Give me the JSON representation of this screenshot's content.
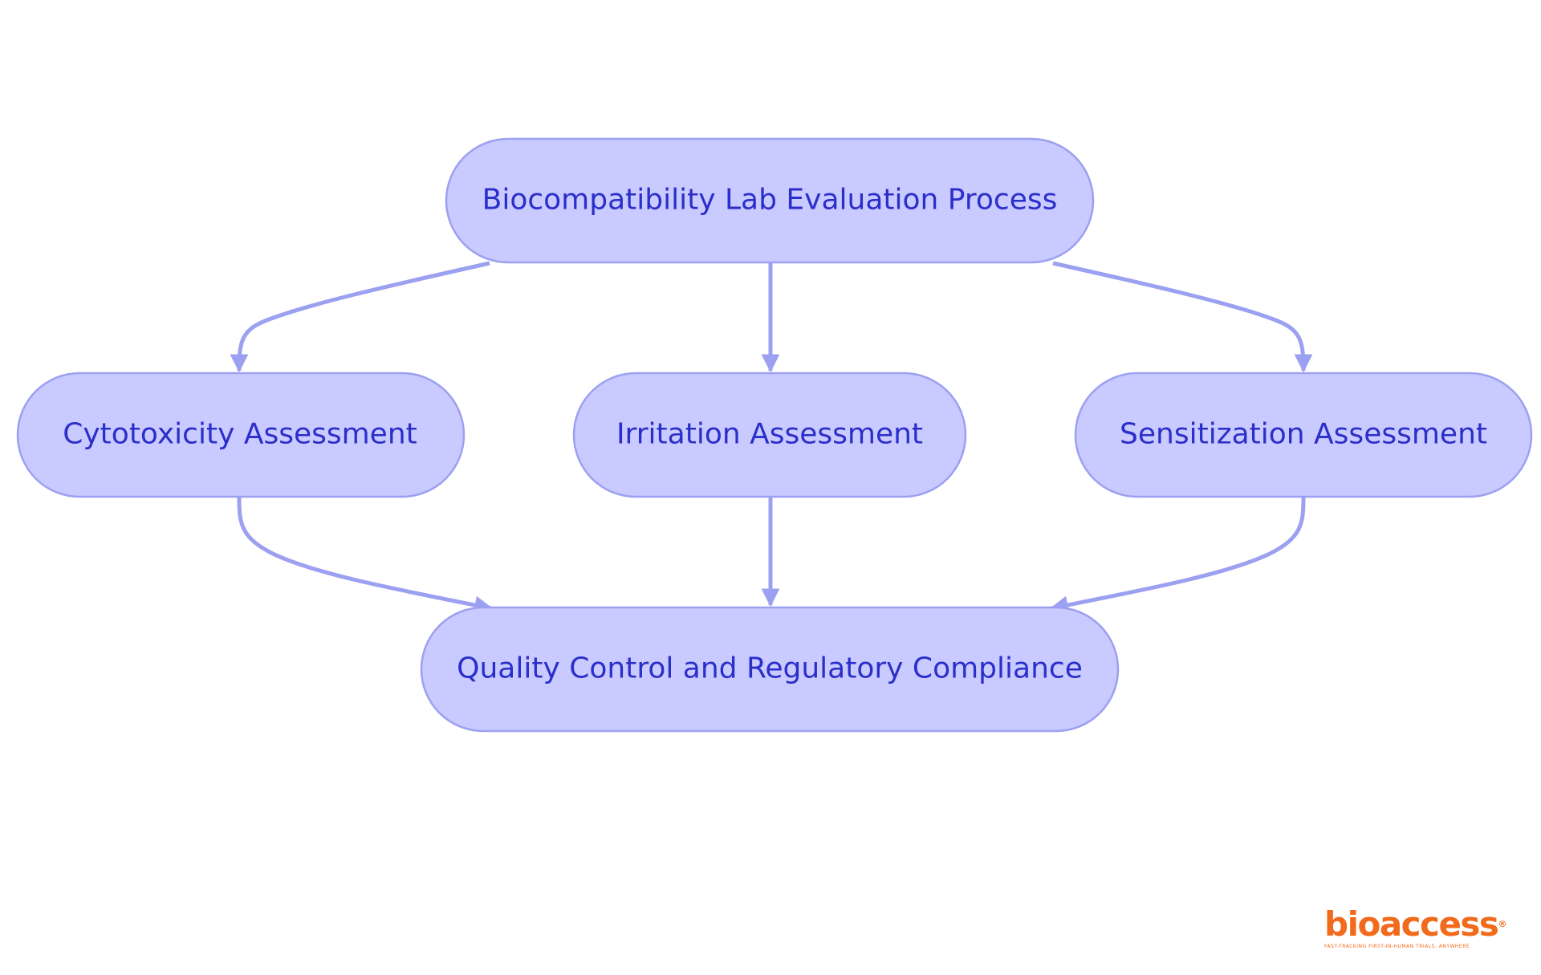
{
  "diagram": {
    "nodes": [
      {
        "id": "root",
        "label": "Biocompatibility Lab Evaluation Process"
      },
      {
        "id": "cyto",
        "label": "Cytotoxicity Assessment"
      },
      {
        "id": "irr",
        "label": "Irritation Assessment"
      },
      {
        "id": "sens",
        "label": "Sensitization Assessment"
      },
      {
        "id": "qc",
        "label": "Quality Control and Regulatory Compliance"
      }
    ],
    "edges": [
      {
        "from": "root",
        "to": "cyto"
      },
      {
        "from": "root",
        "to": "irr"
      },
      {
        "from": "root",
        "to": "sens"
      },
      {
        "from": "cyto",
        "to": "qc"
      },
      {
        "from": "irr",
        "to": "qc"
      },
      {
        "from": "sens",
        "to": "qc"
      }
    ]
  },
  "logo": {
    "name": "bioaccess",
    "registered": "®",
    "tagline": "FAST-TRACKING FIRST-IN-HUMAN TRIALS, ANYWHERE"
  },
  "colors": {
    "node_fill": "#c9caff",
    "node_stroke": "#9ca0f0",
    "text": "#2b2fc9",
    "edge": "#9ca0f0",
    "logo": "#f26a1b"
  }
}
